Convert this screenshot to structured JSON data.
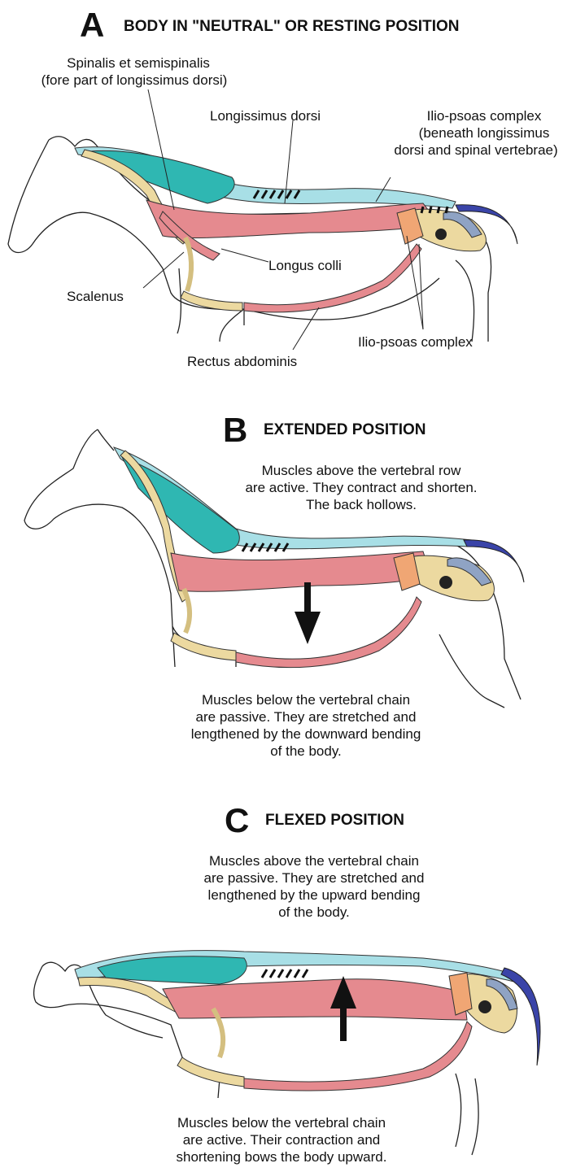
{
  "panel_a": {
    "letter": "A",
    "title": "BODY IN \"NEUTRAL\" OR RESTING POSITION",
    "labels": {
      "spinalis_1": "Spinalis et semispinalis",
      "spinalis_2": "(fore part of longissimus dorsi)",
      "longissimus": "Longissimus dorsi",
      "iliopsoas_top_1": "Ilio-psoas complex",
      "iliopsoas_top_2": "(beneath longissimus",
      "iliopsoas_top_3": "dorsi and spinal vertebrae)",
      "longus_colli": "Longus colli",
      "scalenus": "Scalenus",
      "iliopsoas_bottom": "Ilio-psoas complex",
      "rectus": "Rectus abdominis"
    }
  },
  "panel_b": {
    "letter": "B",
    "title": "EXTENDED POSITION",
    "top_caption": [
      "Muscles above the vertebral row",
      "are active. They contract and shorten.",
      "The back hollows."
    ],
    "bottom_caption": [
      "Muscles below the vertebral chain",
      "are passive. They are stretched and",
      "lengthened by the downward bending",
      "of the body."
    ]
  },
  "panel_c": {
    "letter": "C",
    "title": "FLEXED POSITION",
    "top_caption": [
      "Muscles above the vertebral chain",
      "are passive. They are stretched and",
      "lengthened by the upward bending",
      "of the body."
    ],
    "bottom_caption": [
      "Muscles below the vertebral chain",
      "are active. Their contraction and",
      "shortening bows the body upward."
    ]
  },
  "colors": {
    "muscle_red": "#e58a8f",
    "muscle_teal": "#2fb7b2",
    "light_blue": "#a8dfe6",
    "bone": "#ecd9a0",
    "tail_blue": "#3a44a8",
    "grey_blue": "#8fa3c4",
    "orange": "#f0a674"
  }
}
